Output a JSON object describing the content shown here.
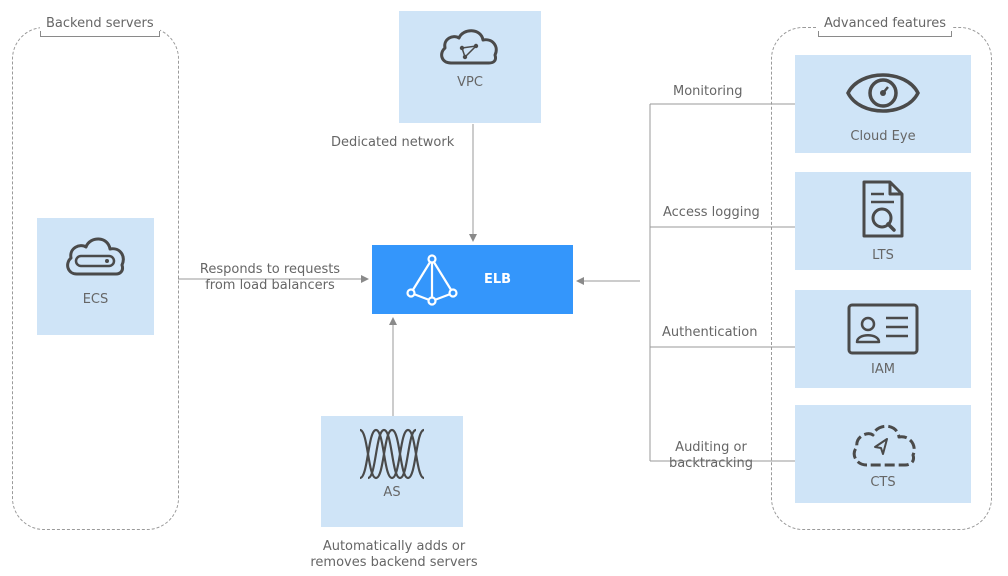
{
  "groups": {
    "backend_title": "Backend servers",
    "advanced_title": "Advanced features"
  },
  "nodes": {
    "vpc": "VPC",
    "ecs": "ECS",
    "elb": "ELB",
    "as": "AS",
    "cloud_eye": "Cloud Eye",
    "lts": "LTS",
    "iam": "IAM",
    "cts": "CTS"
  },
  "edges": {
    "dedicated_network": "Dedicated network",
    "responds_line1": "Responds to requests",
    "responds_line2": "from load balancers",
    "as_line1": "Automatically adds or",
    "as_line2": "removes backend servers",
    "monitoring": "Monitoring",
    "access_logging": "Access logging",
    "authentication": "Authentication",
    "auditing_line1": "Auditing or",
    "auditing_line2": "backtracking"
  },
  "colors": {
    "box_fill": "#cfe4f7",
    "elb_fill": "#3496fb",
    "line": "#9a9a9a",
    "icon": "#4a4a4a"
  }
}
